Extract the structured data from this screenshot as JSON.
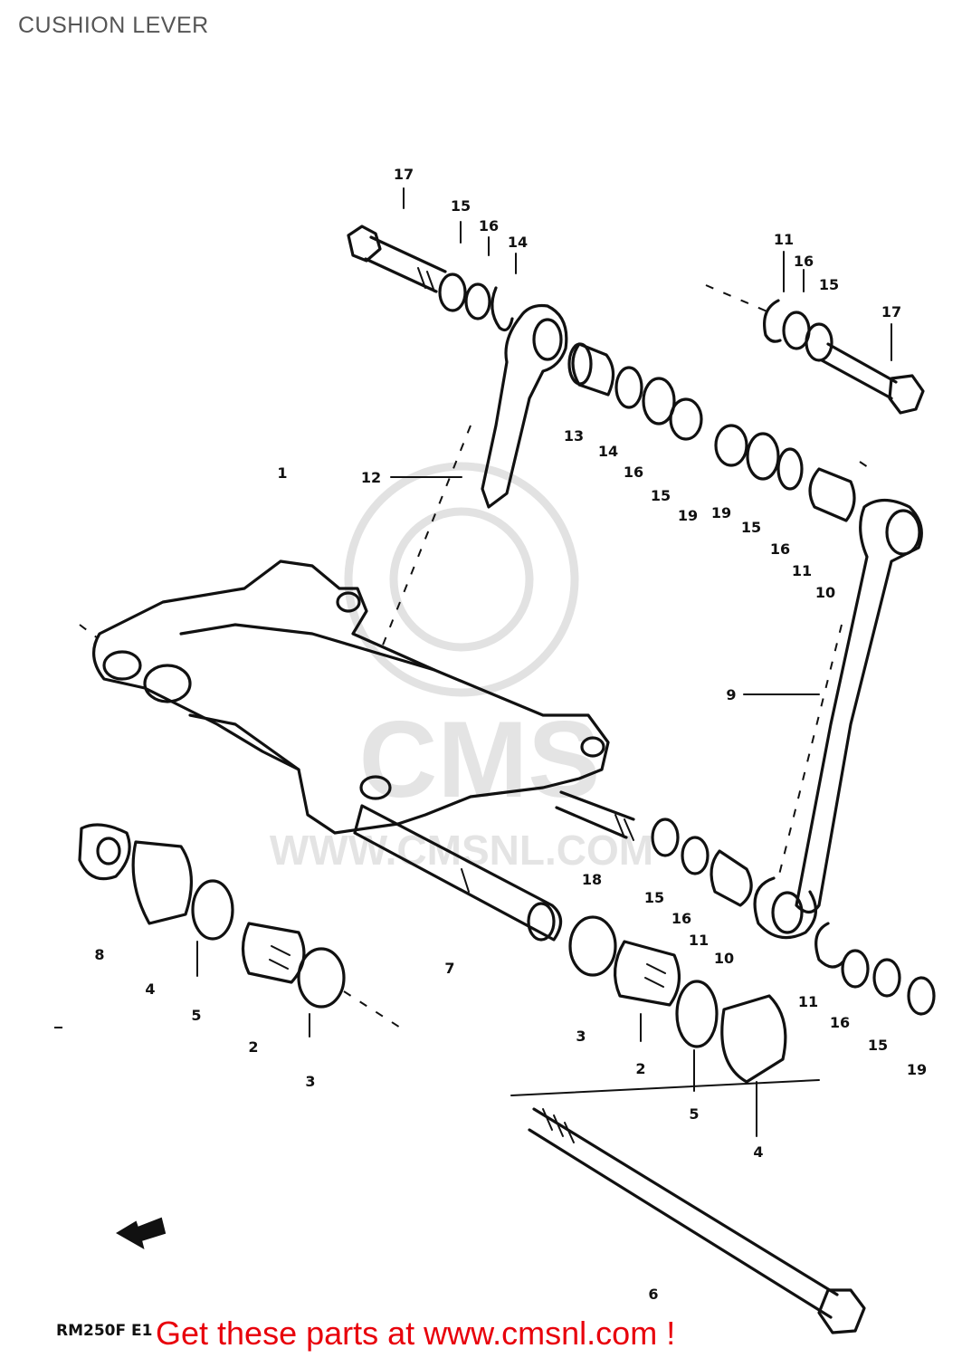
{
  "title": "CUSHION LEVER",
  "watermark": {
    "brand": "CMS",
    "url": "WWW.CMSNL.COM"
  },
  "callouts": [
    "17",
    "15",
    "16",
    "14",
    "11",
    "16",
    "15",
    "17",
    "1",
    "12",
    "13",
    "14",
    "16",
    "15",
    "19",
    "19",
    "15",
    "16",
    "11",
    "10",
    "9",
    "8",
    "4",
    "5",
    "2",
    "3",
    "7",
    "18",
    "15",
    "16",
    "11",
    "10",
    "3",
    "2",
    "5",
    "4",
    "11",
    "16",
    "15",
    "19",
    "6"
  ],
  "model_code": "RM250F E1",
  "promo": "Get these parts at www.cmsnl.com !",
  "colors": {
    "ink": "#111111",
    "promo": "#e8000b",
    "title": "#555555",
    "watermark": "#e2e2e2"
  }
}
